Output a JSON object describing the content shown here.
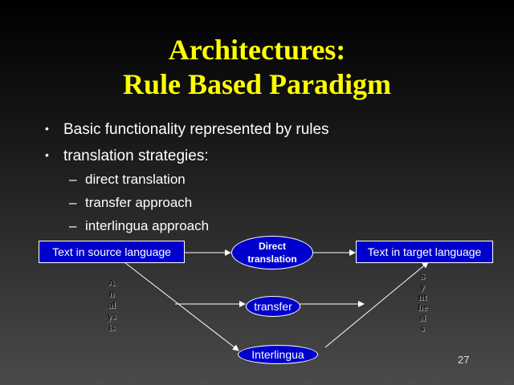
{
  "title": {
    "line1": "Architectures:",
    "line2": "Rule Based Paradigm"
  },
  "bullets": [
    "Basic functionality represented by rules",
    "translation strategies:"
  ],
  "sub_bullets": [
    "direct translation",
    "transfer approach",
    "interlingua approach"
  ],
  "diagram": {
    "source": "Text in source language",
    "target": "Text in target language",
    "direct": [
      "Direct",
      "translation"
    ],
    "transfer": "transfer",
    "interlingua": "Interlingua",
    "analysis": "Analysis",
    "synthesis": "Synthesis"
  },
  "page_number": "27"
}
